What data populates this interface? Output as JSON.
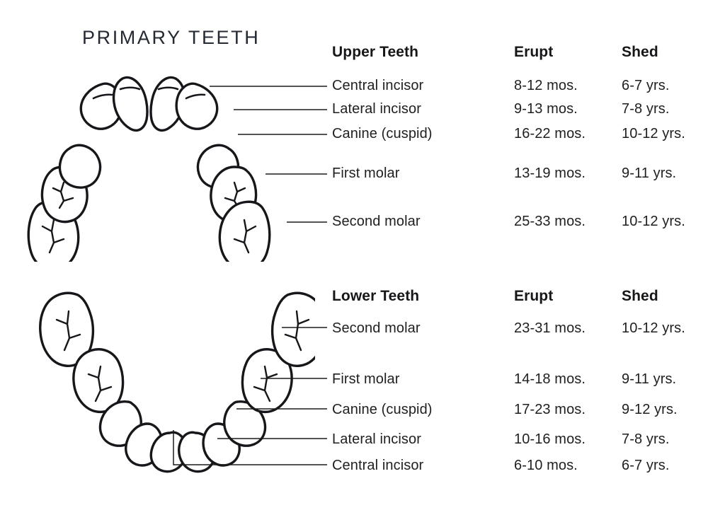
{
  "title": "PRIMARY TEETH",
  "upper": {
    "headers": {
      "name": "Upper Teeth",
      "erupt": "Erupt",
      "shed": "Shed"
    },
    "rows": [
      {
        "name": "Central incisor",
        "erupt": "8-12 mos.",
        "shed": "6-7 yrs."
      },
      {
        "name": "Lateral incisor",
        "erupt": "9-13 mos.",
        "shed": "7-8 yrs."
      },
      {
        "name": "Canine (cuspid)",
        "erupt": "16-22 mos.",
        "shed": "10-12 yrs."
      },
      {
        "name": "First molar",
        "erupt": "13-19 mos.",
        "shed": "9-11 yrs."
      },
      {
        "name": "Second molar",
        "erupt": "25-33 mos.",
        "shed": "10-12 yrs."
      }
    ]
  },
  "lower": {
    "headers": {
      "name": "Lower Teeth",
      "erupt": "Erupt",
      "shed": "Shed"
    },
    "rows": [
      {
        "name": "Second molar",
        "erupt": "23-31 mos.",
        "shed": "10-12 yrs."
      },
      {
        "name": "First molar",
        "erupt": "14-18 mos.",
        "shed": "9-11 yrs."
      },
      {
        "name": "Canine (cuspid)",
        "erupt": "17-23 mos.",
        "shed": "9-12 yrs."
      },
      {
        "name": "Lateral incisor",
        "erupt": "10-16 mos.",
        "shed": "7-8 yrs."
      },
      {
        "name": "Central incisor",
        "erupt": "6-10 mos.",
        "shed": "6-7 yrs."
      }
    ]
  },
  "diagram": {
    "upper_arch_name": "upper dental arch",
    "lower_arch_name": "lower dental arch",
    "tooth_count_per_arch": 10
  },
  "colors": {
    "background": "#ffffff",
    "ink": "#17161a",
    "text": "#1f1f22",
    "title": "#242a33"
  }
}
